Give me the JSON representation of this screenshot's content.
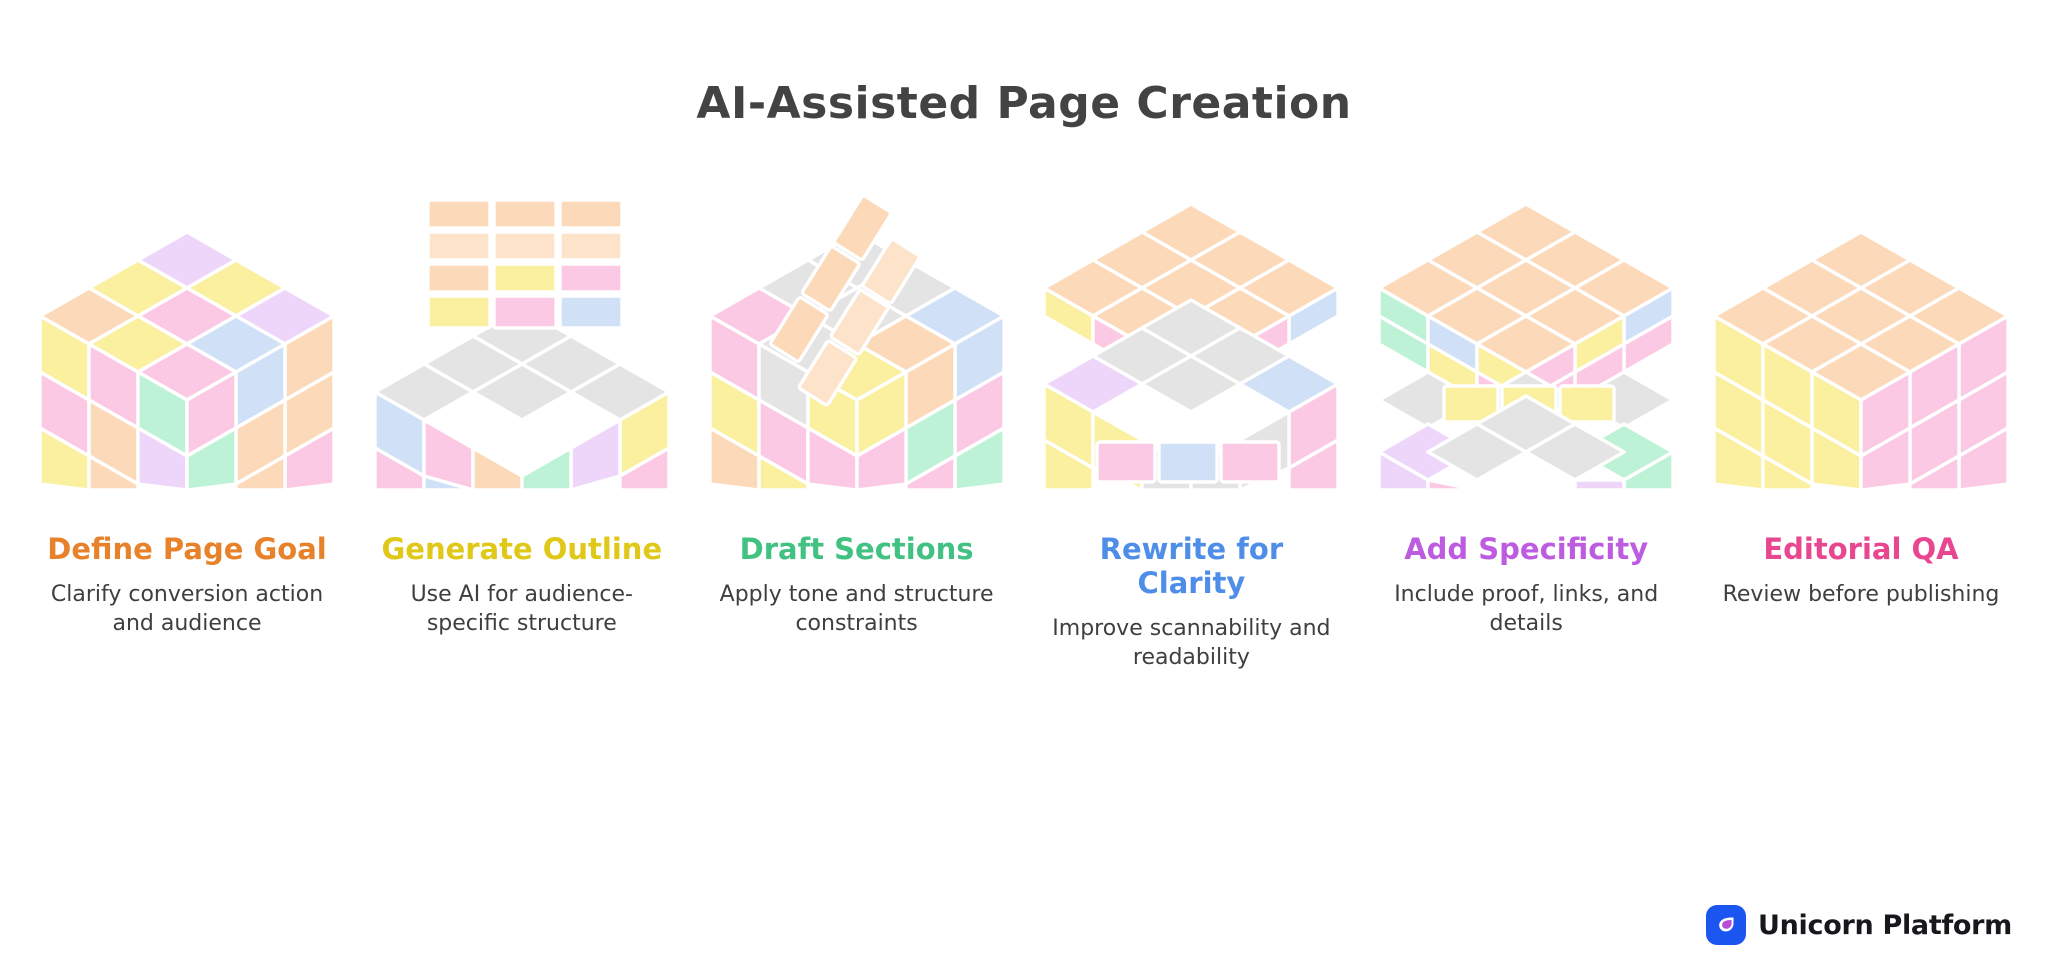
{
  "header": {
    "title": "AI-Assisted Page Creation"
  },
  "theme": {
    "title_color": "#434343",
    "body_text_color": "#3f3f3f",
    "background": "#ffffff",
    "cube_stroke": "#ffffff",
    "palette": {
      "peach": "#fcd9b8",
      "peach_light": "#fde3ca",
      "yellow": "#fbf0a0",
      "yellow_light": "#fdf6c4",
      "pink": "#fcc9e4",
      "pink_light": "#fddcef",
      "blue": "#cfe0f7",
      "blue_light": "#e0ecfb",
      "mint": "#bdf2d6",
      "mint_light": "#d6f7e6",
      "lilac": "#eed6fa",
      "lilac_light": "#f4e6fc",
      "grey": "#e4e4e4",
      "grey_light": "#efefef"
    }
  },
  "steps": [
    {
      "id": "define-page-goal",
      "title": "Define Page Goal",
      "description": "Clarify conversion action and audience",
      "color": "#e8822a",
      "cube_state": "solid-cube"
    },
    {
      "id": "generate-outline",
      "title": "Generate Outline",
      "description": "Use AI for audience-specific structure",
      "color": "#e0c818",
      "cube_state": "flat-panel-above-base"
    },
    {
      "id": "draft-sections",
      "title": "Draft Sections",
      "description": "Apply tone and structure constraints",
      "color": "#41c182",
      "cube_state": "tilted-slab-over-cube"
    },
    {
      "id": "rewrite-for-clarity",
      "title": "Rewrite for Clarity",
      "description": "Improve scannability and readability",
      "color": "#4f8ee8",
      "cube_state": "top-layer-lifted-row-detached"
    },
    {
      "id": "add-specificity",
      "title": "Add Specificity",
      "description": "Include proof, links, and details",
      "color": "#bd5ce0",
      "cube_state": "middle-layer-split"
    },
    {
      "id": "editorial-qa",
      "title": "Editorial QA",
      "description": "Review before publishing",
      "color": "#e8478f",
      "cube_state": "solid-cube"
    }
  ],
  "footer": {
    "brand_name": "Unicorn Platform",
    "logo_icon": "unicorn-droplet-icon",
    "logo_background": "#1b56f0",
    "logo_droplet_color": "#b84ed8"
  }
}
